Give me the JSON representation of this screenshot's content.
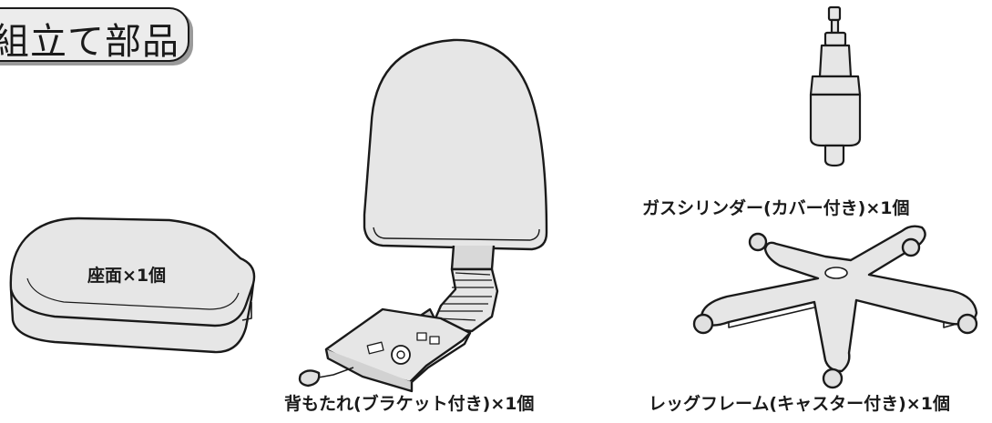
{
  "header": {
    "title": "組立て部品"
  },
  "parts": {
    "seat": {
      "label": "座面×1個"
    },
    "backrest": {
      "label": "背もたれ(ブラケット付き)×1個"
    },
    "gas_cylinder": {
      "label": "ガスシリンダー(カバー付き)×1個"
    },
    "leg_frame": {
      "label": "レッグフレーム(キャスター付き)×1個"
    }
  },
  "colors": {
    "part_fill": "#e6e6e6",
    "outline": "#1a1a1a",
    "tab_fill": "#ececec"
  }
}
